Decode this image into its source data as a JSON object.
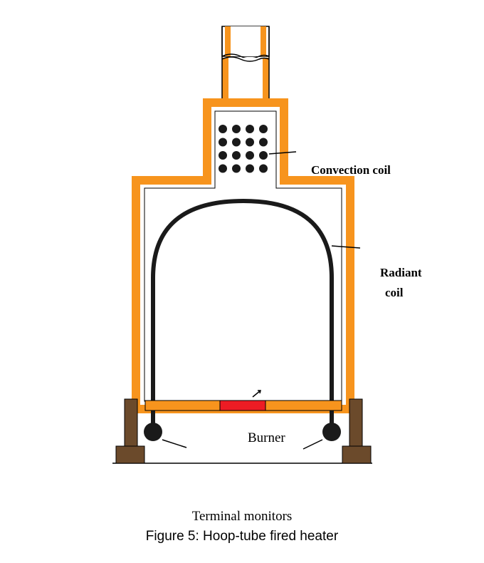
{
  "figure": {
    "caption": "Figure 5: Hoop-tube fired heater",
    "labels": {
      "convection_coil": "Convection coil",
      "radiant_coil_line1": "Radiant",
      "radiant_coil_line2": "coil",
      "burner": "Burner",
      "terminal_monitors": "Terminal monitors"
    },
    "colors": {
      "wall": "#f7941d",
      "wall_outline": "#000000",
      "burner_flame": "#ed1c24",
      "coil": "#1a1a1a",
      "support": "#6b4a2b"
    },
    "convection_tube_grid": {
      "rows": 4,
      "cols": 4
    }
  }
}
